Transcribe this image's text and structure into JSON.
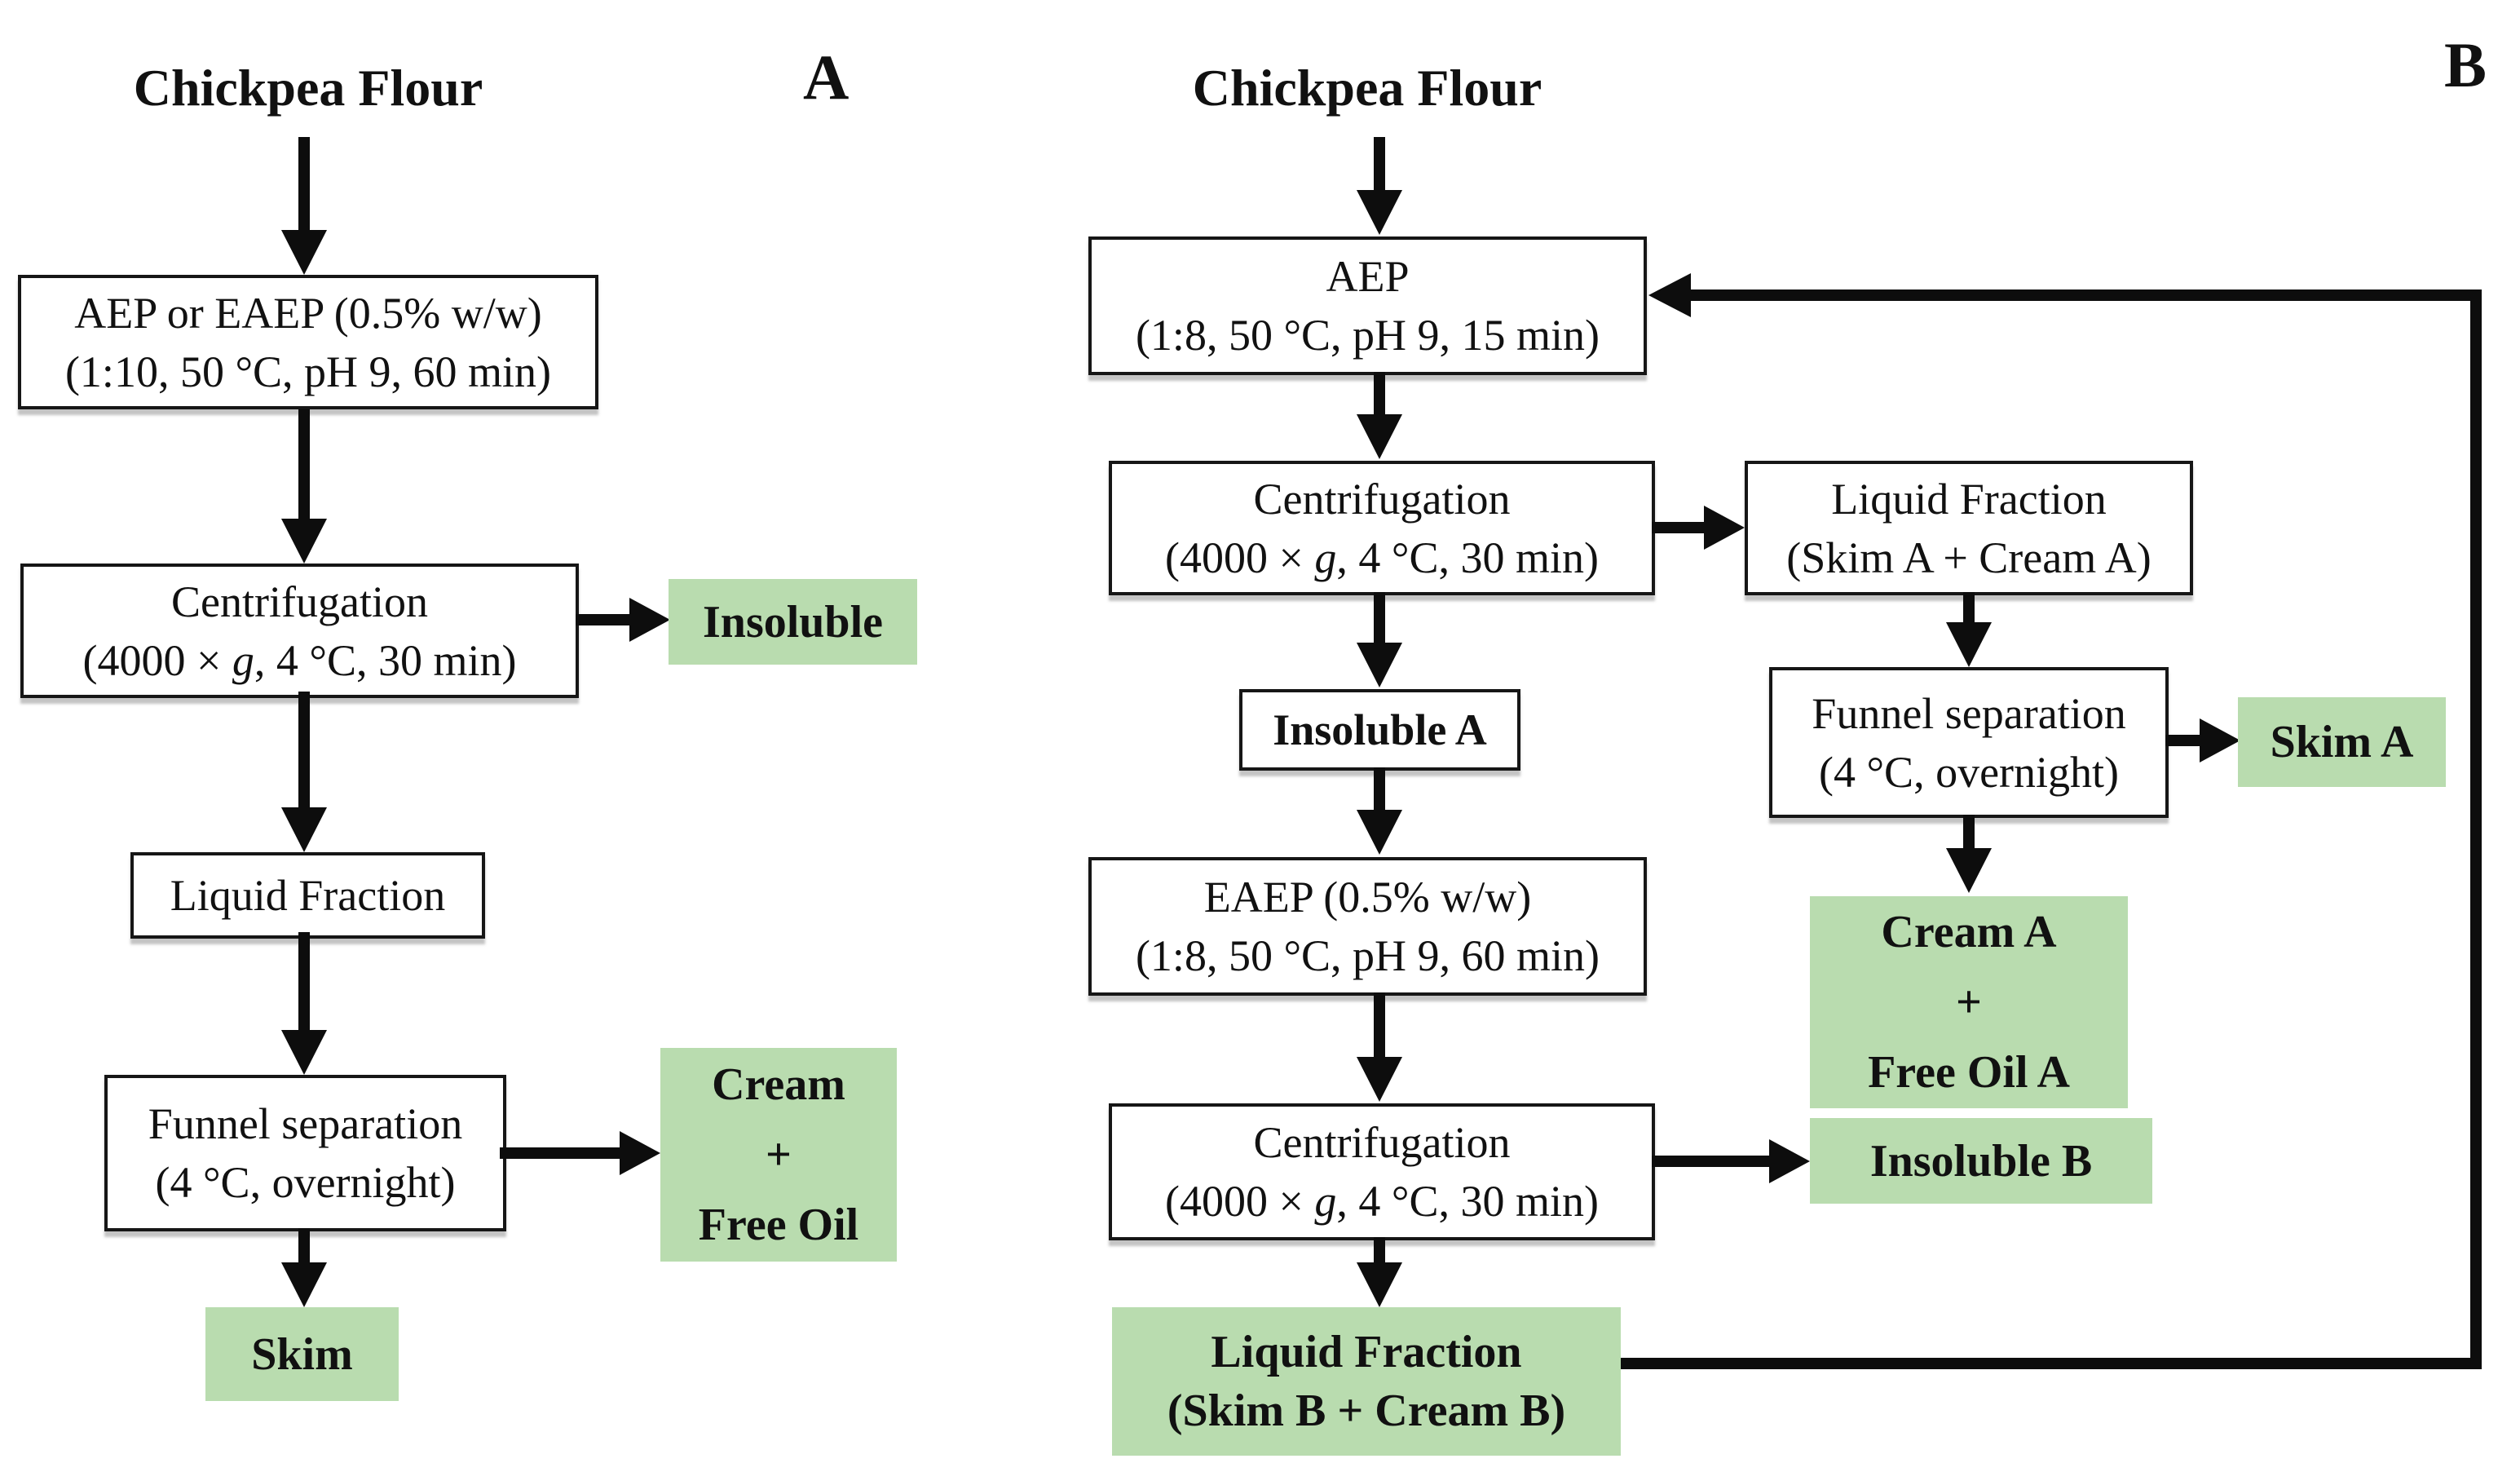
{
  "colors": {
    "product_green": "#b9dcaf",
    "line_black": "#0d0d0d",
    "box_border": "#161616",
    "background": "#ffffff"
  },
  "panel_a": {
    "label": "A",
    "source": "Chickpea Flour",
    "aep_box": {
      "line1": "AEP or EAEP (0.5% w/w)",
      "line2": "(1:10, 50 °C, pH 9, 60 min)"
    },
    "centrifugation_box": {
      "line1": "Centrifugation",
      "line2_pre": "(4000 × ",
      "line2_em": "g",
      "line2_post": ", 4 °C, 30 min)"
    },
    "insoluble_box": "Insoluble",
    "liquid_fraction_box": "Liquid Fraction",
    "funnel_box": {
      "line1": "Funnel separation",
      "line2": "(4 °C, overnight)"
    },
    "cream_box": {
      "line1": "Cream",
      "line2": "+",
      "line3": "Free Oil"
    },
    "skim_box": "Skim"
  },
  "panel_b": {
    "label": "B",
    "source": "Chickpea Flour",
    "aep_box": {
      "line1": "AEP",
      "line2": "(1:8, 50 °C, pH 9, 15 min)"
    },
    "centrifugation1_box": {
      "line1": "Centrifugation",
      "line2_pre": "(4000 × ",
      "line2_em": "g",
      "line2_post": ", 4 °C, 30 min)"
    },
    "liquid_fraction_a_box": {
      "line1": "Liquid Fraction",
      "line2": "(Skim A + Cream A)"
    },
    "insoluble_a_box": "Insoluble A",
    "funnel_box": {
      "line1": "Funnel separation",
      "line2": "(4 °C, overnight)"
    },
    "skim_a_box": "Skim A",
    "cream_a_box": {
      "line1": "Cream A",
      "line2": "+",
      "line3": "Free Oil A"
    },
    "eaep_box": {
      "line1": "EAEP (0.5% w/w)",
      "line2": "(1:8, 50 °C, pH 9, 60 min)"
    },
    "centrifugation2_box": {
      "line1": "Centrifugation",
      "line2_pre": "(4000 × ",
      "line2_em": "g",
      "line2_post": ", 4 °C, 30 min)"
    },
    "insoluble_b_box": "Insoluble B",
    "liquid_fraction_b_box": {
      "line1": "Liquid Fraction",
      "line2": "(Skim B + Cream B)"
    }
  }
}
